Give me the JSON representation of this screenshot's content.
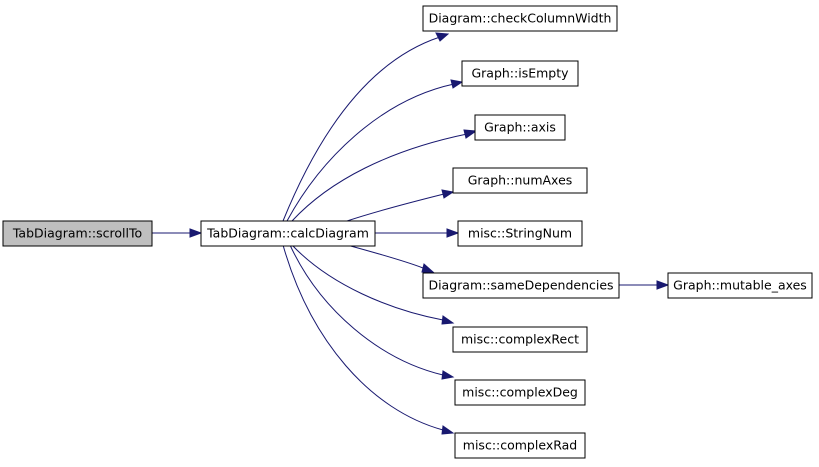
{
  "diagram": {
    "nodes": {
      "scrollTo": "TabDiagram::scrollTo",
      "calcDiagram": "TabDiagram::calcDiagram",
      "checkColumnWidth": "Diagram::checkColumnWidth",
      "isEmpty": "Graph::isEmpty",
      "axis": "Graph::axis",
      "numAxes": "Graph::numAxes",
      "StringNum": "misc::StringNum",
      "sameDependencies": "Diagram::sameDependencies",
      "mutable_axes": "Graph::mutable_axes",
      "complexRect": "misc::complexRect",
      "complexDeg": "misc::complexDeg",
      "complexRad": "misc::complexRad"
    },
    "colors": {
      "edge": "#191970",
      "root_fill": "#bfbfbf",
      "node_fill": "#ffffff",
      "border": "#000000"
    }
  }
}
